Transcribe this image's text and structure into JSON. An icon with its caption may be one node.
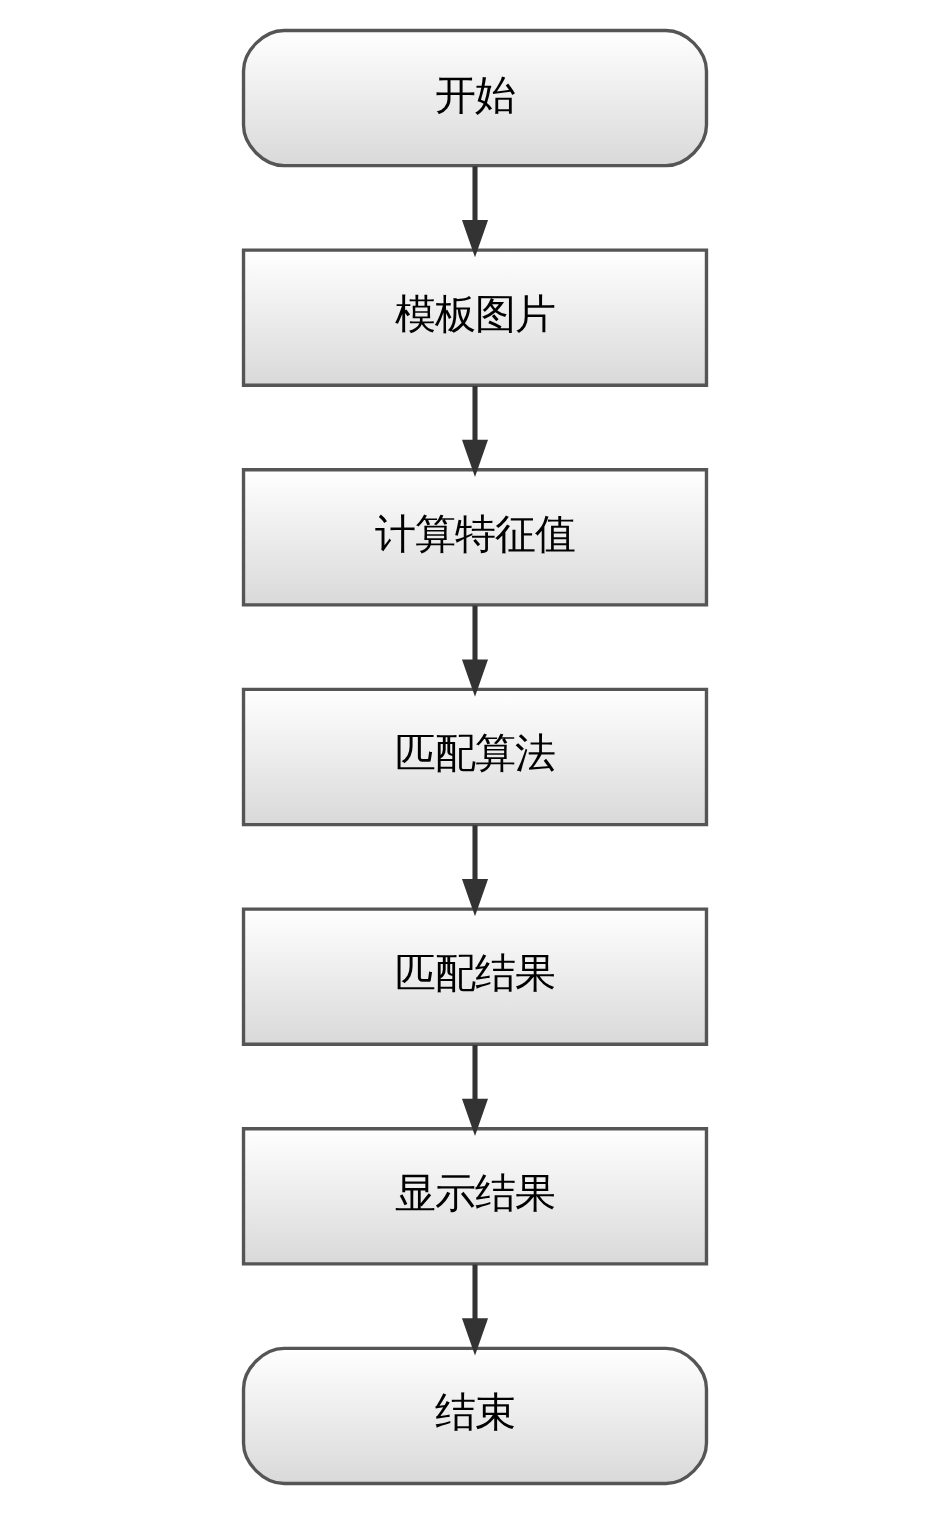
{
  "diagram": {
    "nodes": [
      {
        "text": [
          "开始"
        ]
      },
      {
        "text": [
          "模板图片"
        ]
      },
      {
        "text": [
          "计算特征值"
        ]
      },
      {
        "text": [
          "匹配算法"
        ]
      },
      {
        "text": [
          "匹配结果"
        ]
      },
      {
        "text": [
          "显示结果"
        ]
      },
      {
        "text": [
          "结束"
        ]
      }
    ],
    "edges": [
      {
        "from": 0,
        "to": 1,
        "arrow": "to"
      },
      {
        "from": 1,
        "to": 2,
        "arrow": "to"
      },
      {
        "from": 2,
        "to": 3,
        "arrow": "to"
      },
      {
        "from": 3,
        "to": 4,
        "arrow": "to"
      },
      {
        "from": 4,
        "to": 5,
        "arrow": "to"
      },
      {
        "from": 5,
        "to": 6,
        "arrow": "to"
      }
    ]
  }
}
